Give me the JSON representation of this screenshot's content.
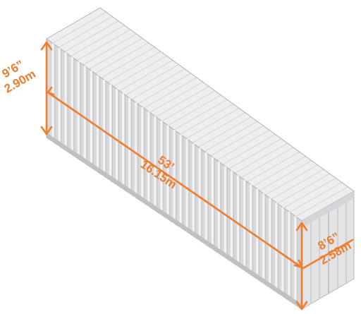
{
  "diagram": {
    "subject": "53 ft shipping container dimensions",
    "accent_color": "#ee7d2e",
    "container_colors": {
      "top": "#eeeeef",
      "side": "#d9d9db",
      "end": "#e4e4e6",
      "rib": "#f3f3f4",
      "shadow": "#bfc0c3",
      "outline": "#b2b3b6"
    },
    "dimensions": {
      "height": {
        "imperial": "9’6”",
        "metric": "2.90m"
      },
      "length": {
        "imperial": "53’",
        "metric": "16.15m"
      },
      "width": {
        "imperial": "8’6”",
        "metric": "2.58m"
      }
    }
  }
}
